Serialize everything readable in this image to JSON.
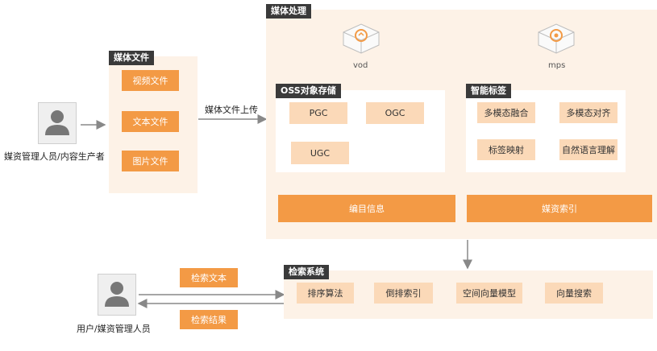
{
  "media_processing": {
    "title": "媒体处理",
    "vod_label": "vod",
    "mps_label": "mps",
    "oss": {
      "title": "OSS对象存储",
      "items": [
        "PGC",
        "OGC",
        "UGC"
      ]
    },
    "smart_tags": {
      "title": "智能标签",
      "items": [
        "多模态融合",
        "多模态对齐",
        "标签映射",
        "自然语言理解"
      ]
    },
    "catalog_bar": "编目信息",
    "index_bar": "媒资索引"
  },
  "media_files": {
    "title": "媒体文件",
    "items": [
      "视频文件",
      "文本文件",
      "图片文件"
    ]
  },
  "upload_label": "媒体文件上传",
  "top_actor_label": "媒资管理人员/内容生产者",
  "bottom_actor_label": "用户/媒资管理人员",
  "search_text_label": "检索文本",
  "search_result_label": "检索结果",
  "retrieval": {
    "title": "检索系统",
    "items": [
      "排序算法",
      "倒排索引",
      "空间向量模型",
      "向量搜索"
    ]
  },
  "colors": {
    "accent": "#f39a45",
    "accent_light": "#fbd9b8",
    "panel_bg": "#fdf2e7",
    "title_bg": "#3a3a3a"
  }
}
